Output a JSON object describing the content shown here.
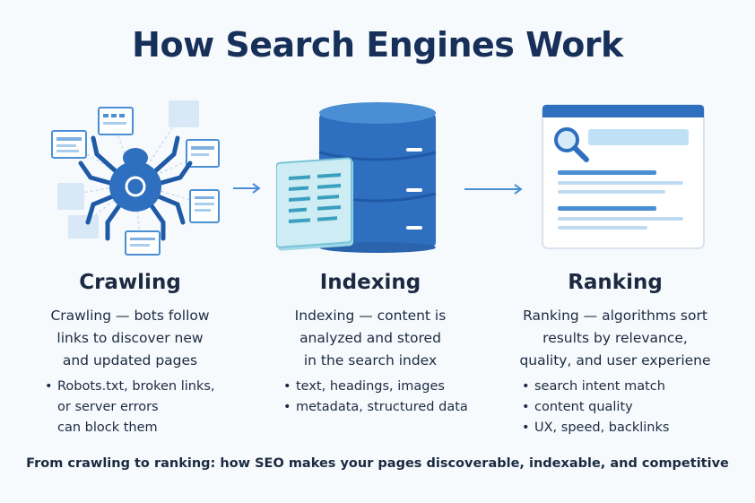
{
  "title": "How Search Engines Work",
  "stages": [
    {
      "heading": "Crawling",
      "description": [
        "Crawling — bots follow",
        "links to discover new",
        "and updated pages"
      ],
      "bullets": [
        "Robots.txt, broken links,",
        "or server errors",
        "can block them"
      ],
      "icon": "spider-bot-icon"
    },
    {
      "heading": "Indexing",
      "description": [
        "Indexing — content is",
        "analyzed and stored",
        "in the search index"
      ],
      "bullets": [
        "text, headings, images",
        "metadata, structured data"
      ],
      "icon": "database-document-icon"
    },
    {
      "heading": "Ranking",
      "description": [
        "Ranking — algorithms sort",
        "results by relevance,",
        "quality, and user experiene"
      ],
      "bullets": [
        "search intent match",
        "content quality",
        "UX, speed, backlinks"
      ],
      "icon": "search-results-window-icon"
    }
  ],
  "footer": "From crawling to ranking: how SEO makes your pages discoverable, indexable, and competitive",
  "colors": {
    "primary": "#2f6fbf",
    "light": "#bfdbf2",
    "accent": "#9fd8e6",
    "title": "#17305a"
  }
}
